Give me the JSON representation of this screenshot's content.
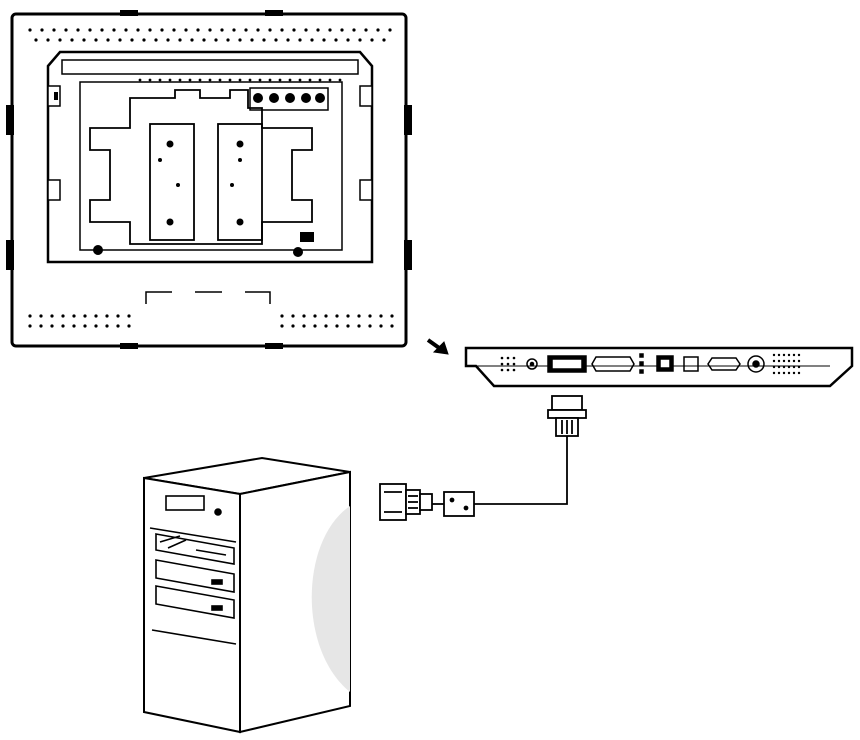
{
  "figure": {
    "components": [
      {
        "id": "monitor",
        "icon": "monitor-rear-view-icon"
      },
      {
        "id": "connector_panel",
        "icon": "connector-panel-icon"
      },
      {
        "id": "serial_cable",
        "icon": "serial-cable-icon"
      },
      {
        "id": "computer",
        "icon": "tower-computer-icon"
      },
      {
        "id": "arrow",
        "icon": "arrow-icon"
      }
    ],
    "colors": {
      "line": "#000000",
      "background": "#ffffff",
      "shade": "#e6e6e6"
    }
  }
}
